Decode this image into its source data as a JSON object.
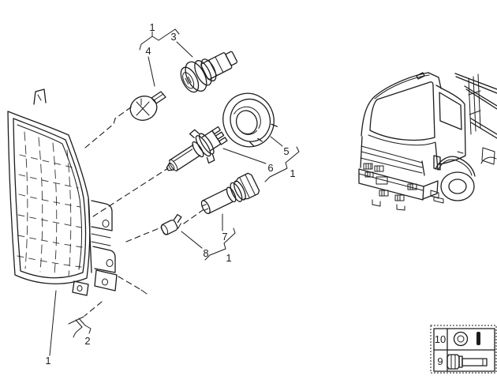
{
  "figure": {
    "colors": {
      "ink": "#1d1d1d",
      "background": "#ffffff"
    }
  },
  "callouts": [
    {
      "label": "1",
      "group": "top-bulb-socket-group"
    },
    {
      "label": "3",
      "group": "top-bulb-socket-group"
    },
    {
      "label": "4",
      "group": "top-bulb-socket-group"
    },
    {
      "label": "5",
      "group": "mid-cover-bulb-group"
    },
    {
      "label": "6",
      "group": "mid-cover-bulb-group"
    },
    {
      "label": "1",
      "group": "mid-cover-bulb-group"
    },
    {
      "label": "7",
      "group": "lower-socket-bulb-group"
    },
    {
      "label": "8",
      "group": "lower-socket-bulb-group"
    },
    {
      "label": "1",
      "group": "lower-socket-bulb-group"
    },
    {
      "label": "2",
      "group": "mounting-screw"
    },
    {
      "label": "1",
      "group": "headlamp-assembly"
    }
  ],
  "legend": {
    "rows": [
      {
        "number": "10",
        "icon": "washer-icon"
      },
      {
        "number": "9",
        "icon": "bolt-icon"
      }
    ]
  }
}
